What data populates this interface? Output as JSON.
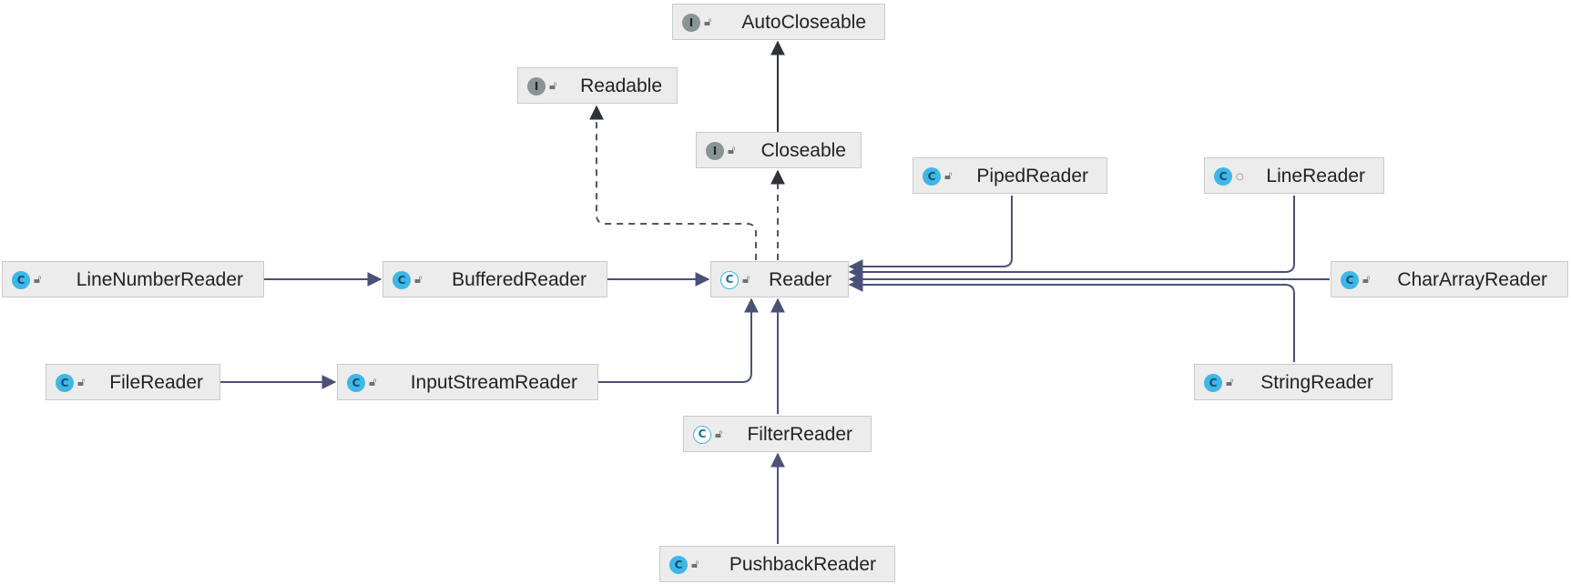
{
  "colors": {
    "edge": "#4a5178",
    "dashed_edge": "#4f5660",
    "node_bg": "#ececec",
    "node_border": "#c9c9c9",
    "class_icon": "#3fb6e8",
    "interface_icon": "#8a9495"
  },
  "nodes": {
    "autocloseable": {
      "label": "AutoCloseable",
      "kind": "I",
      "icon": "interface-icon"
    },
    "readable": {
      "label": "Readable",
      "kind": "I",
      "icon": "interface-icon"
    },
    "closeable": {
      "label": "Closeable",
      "kind": "I",
      "icon": "interface-icon"
    },
    "pipedreader": {
      "label": "PipedReader",
      "kind": "C",
      "icon": "class-icon"
    },
    "linereader": {
      "label": "LineReader",
      "kind": "C",
      "icon": "class-icon"
    },
    "linenumberreader": {
      "label": "LineNumberReader",
      "kind": "C",
      "icon": "class-icon"
    },
    "bufferedreader": {
      "label": "BufferedReader",
      "kind": "C",
      "icon": "class-icon"
    },
    "reader": {
      "label": "Reader",
      "kind": "C",
      "icon": "abstract-class-icon"
    },
    "chararrayreader": {
      "label": "CharArrayReader",
      "kind": "C",
      "icon": "class-icon"
    },
    "filereader": {
      "label": "FileReader",
      "kind": "C",
      "icon": "class-icon"
    },
    "inputstreamreader": {
      "label": "InputStreamReader",
      "kind": "C",
      "icon": "class-icon"
    },
    "stringreader": {
      "label": "StringReader",
      "kind": "C",
      "icon": "class-icon"
    },
    "filterreader": {
      "label": "FilterReader",
      "kind": "C",
      "icon": "abstract-class-icon"
    },
    "pushbackreader": {
      "label": "PushbackReader",
      "kind": "C",
      "icon": "class-icon"
    }
  },
  "edges": [
    {
      "from": "Closeable",
      "to": "AutoCloseable",
      "type": "extends"
    },
    {
      "from": "Reader",
      "to": "Readable",
      "type": "implements"
    },
    {
      "from": "Reader",
      "to": "Closeable",
      "type": "implements"
    },
    {
      "from": "LineNumberReader",
      "to": "BufferedReader",
      "type": "extends"
    },
    {
      "from": "BufferedReader",
      "to": "Reader",
      "type": "extends"
    },
    {
      "from": "PipedReader",
      "to": "Reader",
      "type": "extends"
    },
    {
      "from": "LineReader",
      "to": "Reader",
      "type": "extends"
    },
    {
      "from": "CharArrayReader",
      "to": "Reader",
      "type": "extends"
    },
    {
      "from": "StringReader",
      "to": "Reader",
      "type": "extends"
    },
    {
      "from": "FileReader",
      "to": "InputStreamReader",
      "type": "extends"
    },
    {
      "from": "InputStreamReader",
      "to": "Reader",
      "type": "extends"
    },
    {
      "from": "FilterReader",
      "to": "Reader",
      "type": "extends"
    },
    {
      "from": "PushbackReader",
      "to": "FilterReader",
      "type": "extends"
    }
  ]
}
